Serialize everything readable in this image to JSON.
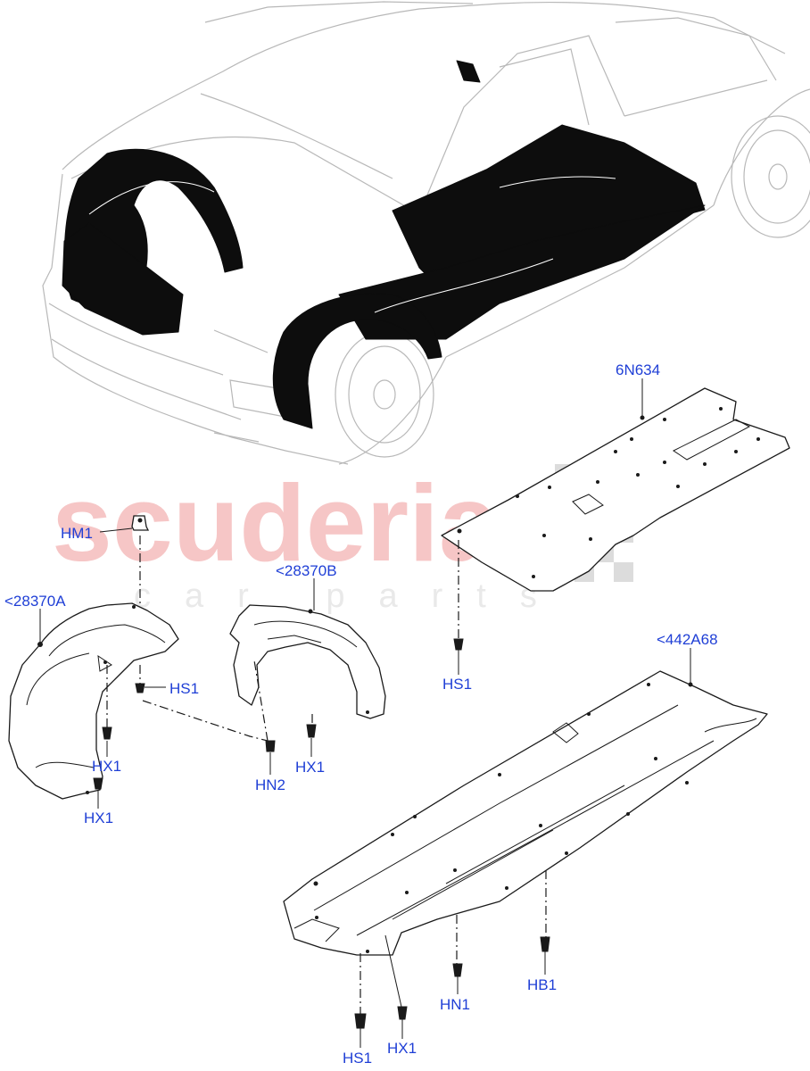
{
  "watermark": {
    "brand": "scuderia",
    "tagline": "car parts"
  },
  "callouts": {
    "floor_panel": "6N634",
    "wheel_arch_front_left": "<28370A",
    "wheel_arch_front_right": "<28370B",
    "underbody_shield": "<442A68",
    "clip_hm1": "HM1",
    "clip_hs1_arch": "HS1",
    "clip_hs1_panel": "HS1",
    "clip_hs1_bottom": "HS1",
    "clip_hx1_arch_a": "HX1",
    "clip_hx1_arch_b": "HX1",
    "clip_hx1_arch_c": "HX1",
    "clip_hx1_bottom": "HX1",
    "clip_hn2": "HN2",
    "clip_hn1": "HN1",
    "clip_hb1": "HB1"
  }
}
